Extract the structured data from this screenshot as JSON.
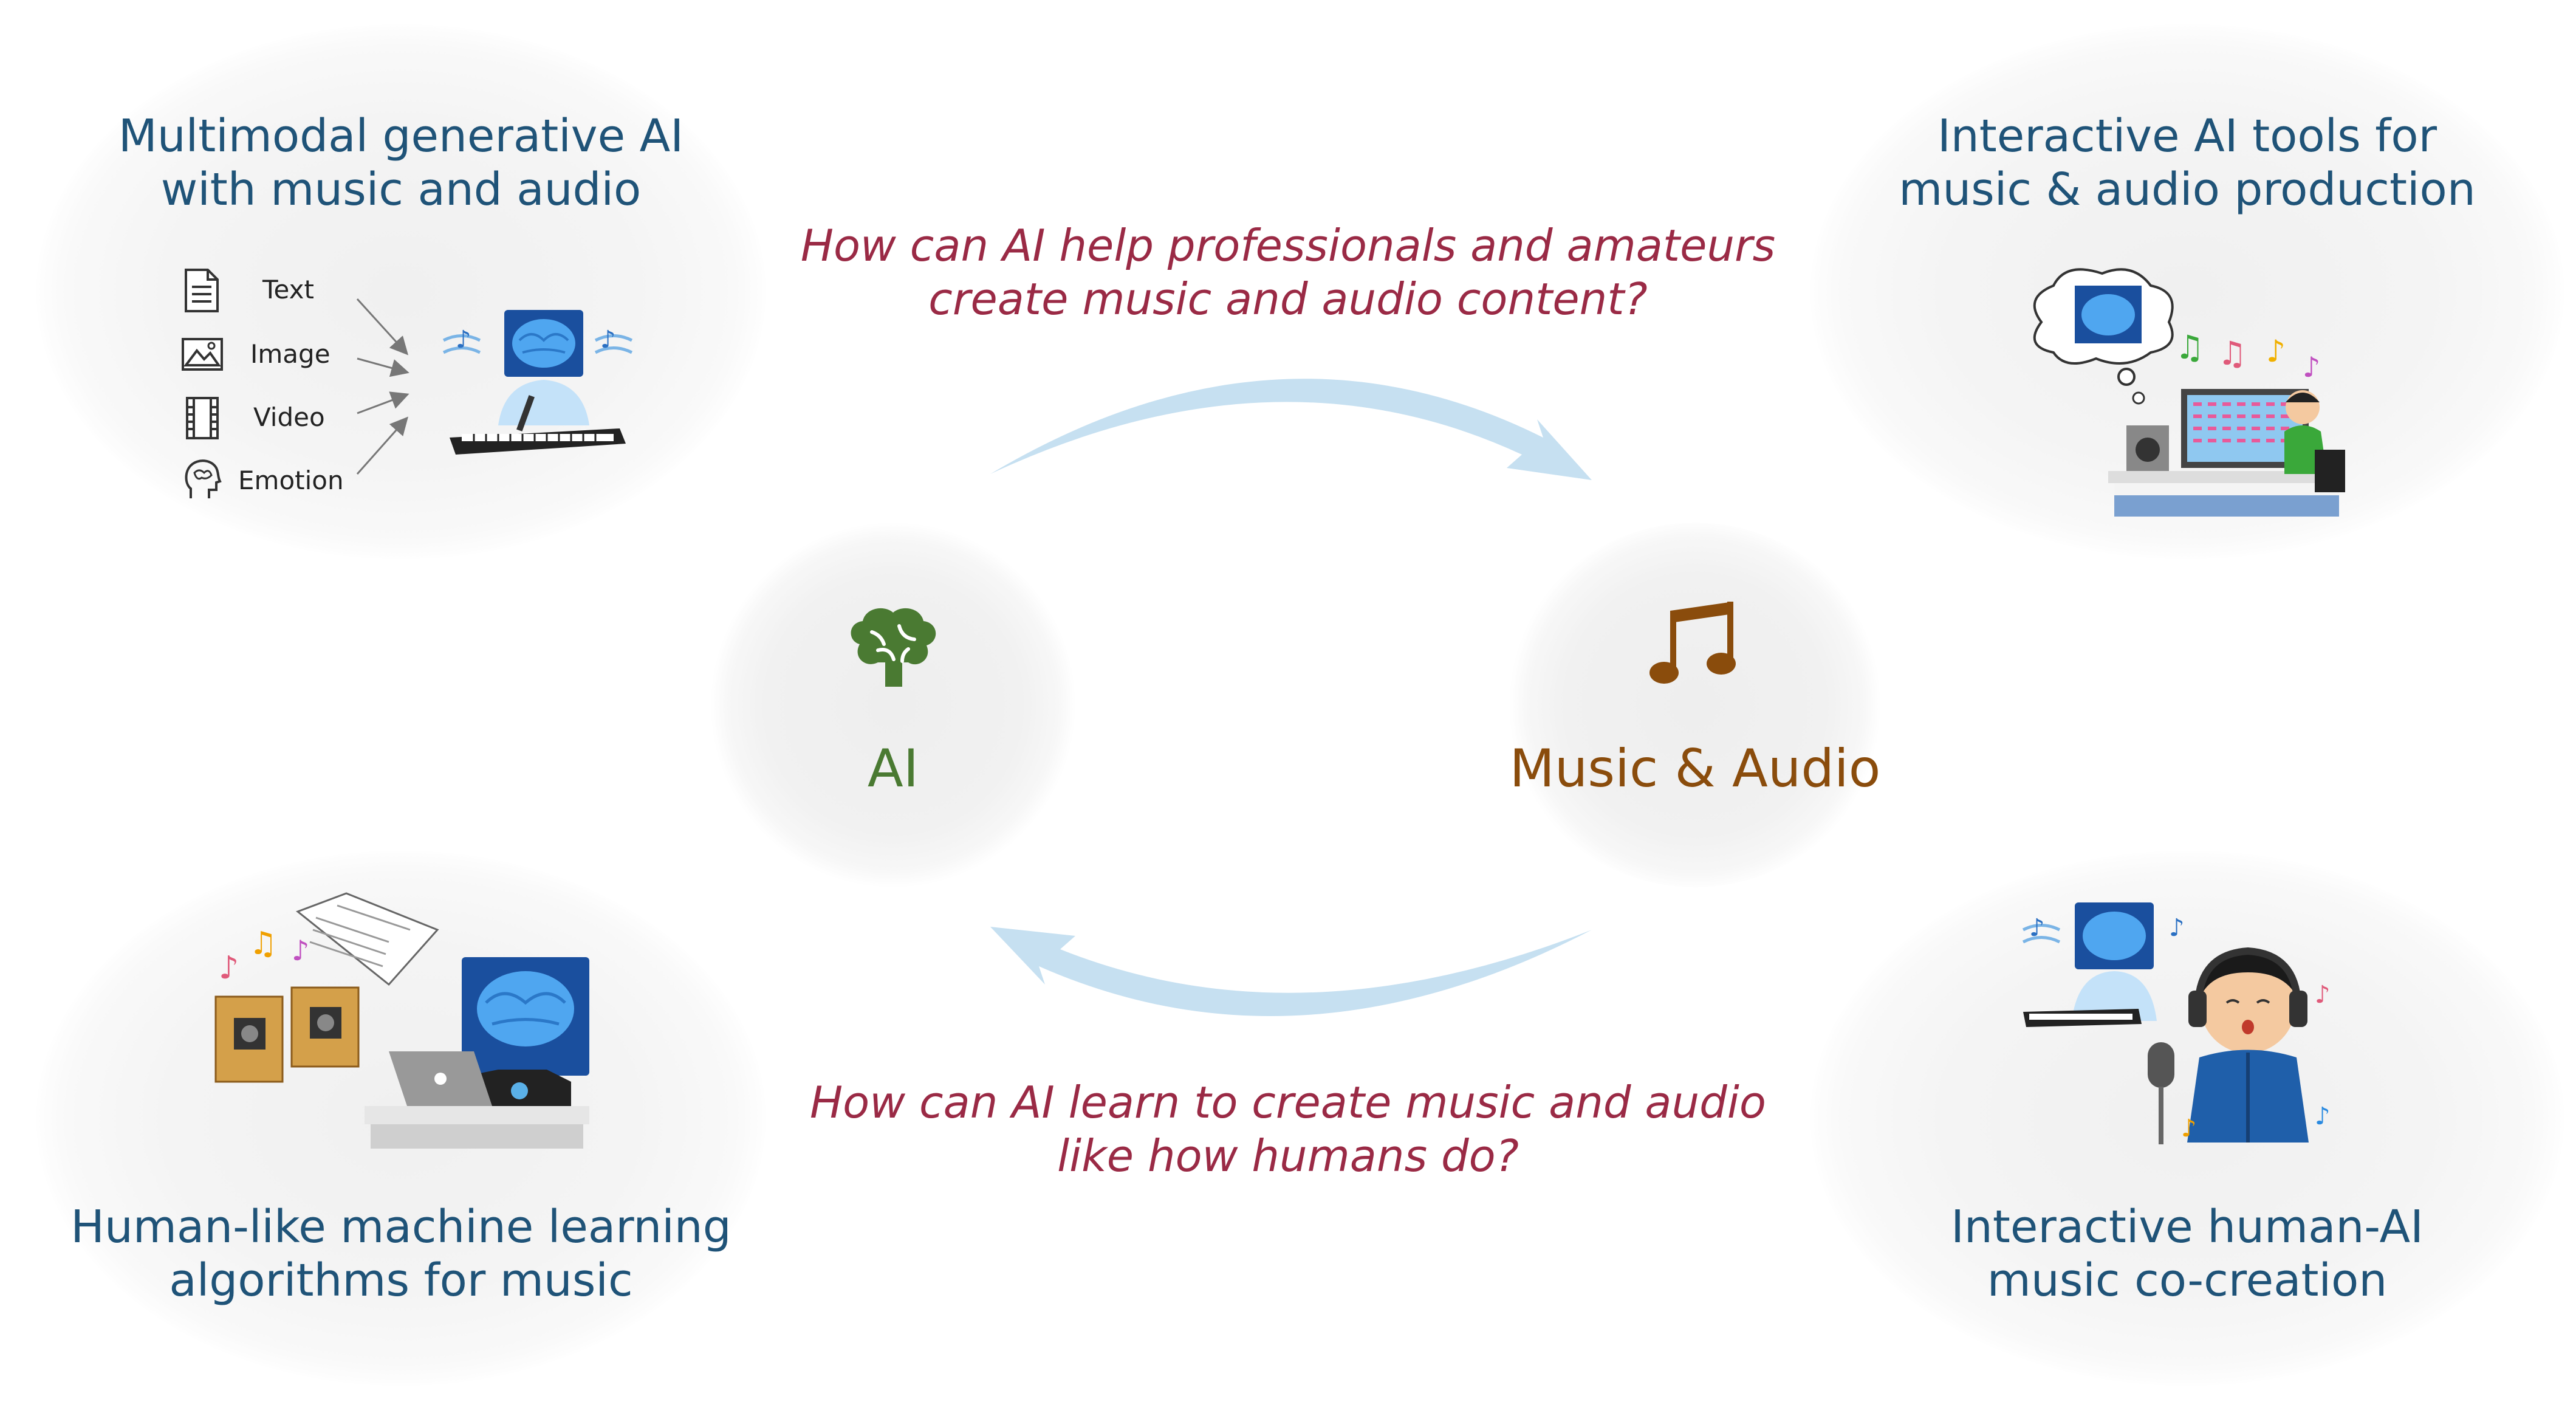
{
  "nodes": {
    "ai": {
      "label": "AI",
      "color": "#4a7a32"
    },
    "music_audio": {
      "label": "Music & Audio",
      "color": "#8a4c0c"
    }
  },
  "questions": {
    "top": "How can AI help professionals and amateurs\ncreate music and audio content?",
    "bottom": "How can AI learn to create music and audio\nlike how humans do?"
  },
  "quadrants": {
    "top_left": {
      "title": "Multimodal generative AI\nwith music and audio"
    },
    "top_right": {
      "title": "Interactive AI tools for\nmusic & audio production"
    },
    "bottom_left": {
      "title": "Human-like machine learning\nalgorithms for music"
    },
    "bottom_right": {
      "title": "Interactive human-AI\nmusic co-creation"
    }
  },
  "modalities": [
    {
      "label": "Text",
      "icon": "document-icon"
    },
    {
      "label": "Image",
      "icon": "image-icon"
    },
    {
      "label": "Video",
      "icon": "film-icon"
    },
    {
      "label": "Emotion",
      "icon": "head-brain-icon"
    }
  ],
  "colors": {
    "title": "#1f5378",
    "question": "#9a2a45",
    "arrow": "#c6e0f1"
  }
}
